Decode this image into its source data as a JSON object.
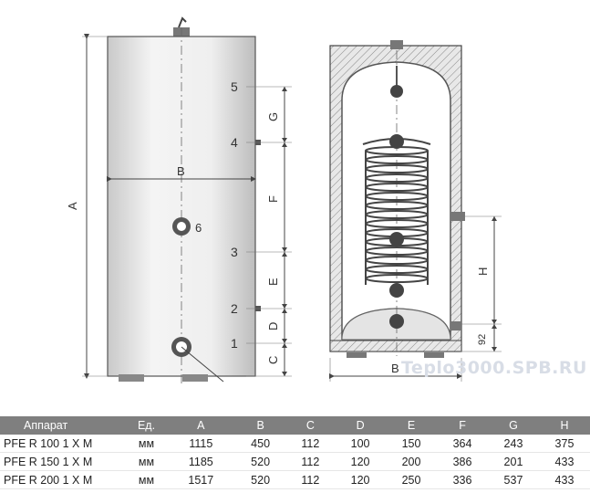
{
  "drawing": {
    "connection_labels": [
      "1",
      "2",
      "3",
      "4",
      "5",
      "6"
    ],
    "dimension_labels": {
      "A": "A",
      "B_front": "B",
      "C": "C",
      "D": "D",
      "E": "E",
      "F": "F",
      "G": "G",
      "B_section": "B",
      "H": "H",
      "h92": "92"
    }
  },
  "watermark": "Teplo3000.SPB.RU",
  "table": {
    "headers": [
      "Аппарат",
      "Ед.",
      "A",
      "B",
      "C",
      "D",
      "E",
      "F",
      "G",
      "H"
    ],
    "rows": [
      [
        "PFE R 100 1 X M",
        "мм",
        "1115",
        "450",
        "112",
        "100",
        "150",
        "364",
        "243",
        "375"
      ],
      [
        "PFE R 150 1 X M",
        "мм",
        "1185",
        "520",
        "112",
        "120",
        "200",
        "386",
        "201",
        "433"
      ],
      [
        "PFE R 200 1 X M",
        "мм",
        "1517",
        "520",
        "112",
        "120",
        "250",
        "336",
        "537",
        "433"
      ]
    ]
  }
}
